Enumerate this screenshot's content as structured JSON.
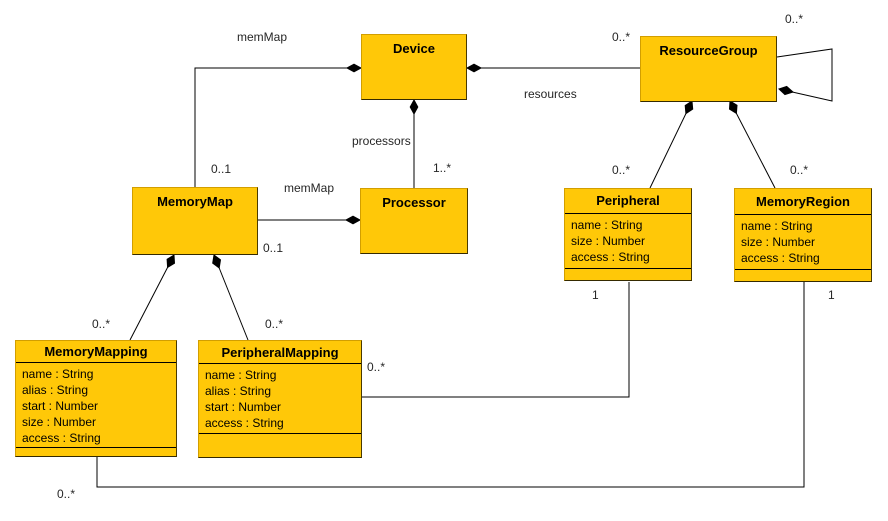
{
  "classes": {
    "device": {
      "name": "Device",
      "attributes": []
    },
    "resourceGroup": {
      "name": "ResourceGroup",
      "attributes": []
    },
    "memoryMap": {
      "name": "MemoryMap",
      "attributes": []
    },
    "processor": {
      "name": "Processor",
      "attributes": []
    },
    "peripheral": {
      "name": "Peripheral",
      "attributes": [
        "name : String",
        "size : Number",
        "access : String"
      ]
    },
    "memoryRegion": {
      "name": "MemoryRegion",
      "attributes": [
        "name : String",
        "size : Number",
        "access : String"
      ]
    },
    "memoryMapping": {
      "name": "MemoryMapping",
      "attributes": [
        "name : String",
        "alias : String",
        "start : Number",
        "size : Number",
        "access : String"
      ]
    },
    "peripheralMapping": {
      "name": "PeripheralMapping",
      "attributes": [
        "name : String",
        "alias : String",
        "start : Number",
        "access : String"
      ]
    }
  },
  "labels": {
    "assoc_memmap_device": "memMap",
    "mult_memorymap_device": "0..1",
    "assoc_resources": "resources",
    "mult_resourcegroup": "0..*",
    "mult_resourcegroup_self": "0..*",
    "assoc_processors": "processors",
    "mult_processor": "1..*",
    "assoc_memmap_processor": "memMap",
    "mult_memorymap_processor": "0..1",
    "mult_peripheral_rg": "0..*",
    "mult_memoryregion_rg": "0..*",
    "mult_memorymapping_mm": "0..*",
    "mult_peripheralmapping_mm": "0..*",
    "mult_peripheralmapping_assoc": "0..*",
    "mult_peripheral_assoc": "1",
    "mult_memoryregion_assoc": "1",
    "mult_memorymapping_assoc": "0..*"
  },
  "colors": {
    "class_fill": "#FFC808",
    "class_border": "#9C7A00",
    "edge_line": "#000000",
    "label_text": "#262626",
    "background": "#FFFFFF"
  }
}
